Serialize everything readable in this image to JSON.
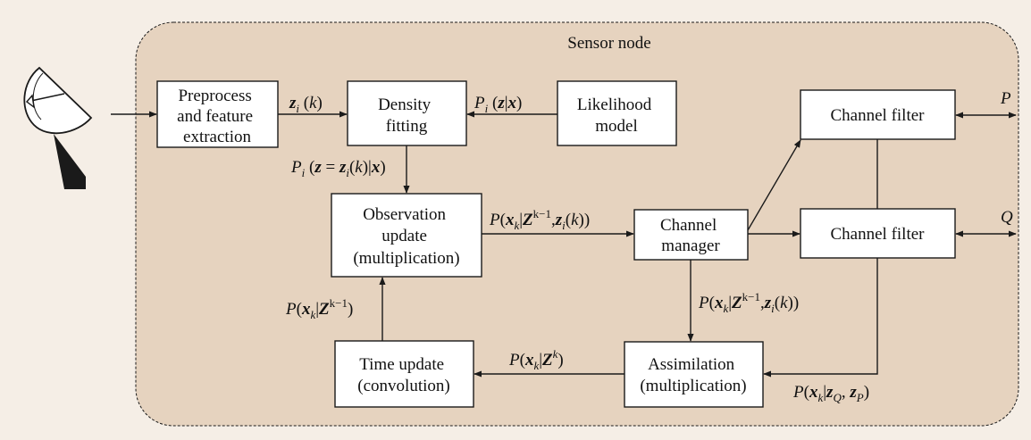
{
  "title": "Sensor node",
  "colors": {
    "page_bg": "#f5eee6",
    "node_bg": "#e6d3bf",
    "box_fill": "#ffffff",
    "stroke": "#1a1a1a"
  },
  "icons": [
    "satellite-dish-icon"
  ],
  "blocks": {
    "preprocess": [
      "Preprocess",
      "and feature",
      "extraction"
    ],
    "density": [
      "Density",
      "fitting"
    ],
    "likelihood": [
      "Likelihood",
      "model"
    ],
    "observation": [
      "Observation",
      "update",
      "(multiplication)"
    ],
    "channel_manager": [
      "Channel",
      "manager"
    ],
    "channel_filter_p": [
      "Channel filter"
    ],
    "channel_filter_q": [
      "Channel filter"
    ],
    "time_update": [
      "Time update",
      "(convolution)"
    ],
    "assimilation": [
      "Assimilation",
      "(multiplication)"
    ]
  },
  "ports": {
    "p": "P",
    "q": "Q"
  },
  "labels": {
    "zi_k": "z_i(k)",
    "likelihood_out": "P_i(z|x)",
    "density_out": "P_i(z = z_i(k)|x)",
    "observation_out": "P(x_k|Z^{k-1}, z_i(k))",
    "manager_to_assimilation": "P(x_k|Z^{k-1}, z_i(k))",
    "time_to_observation": "P(x_k|Z^{k-1})",
    "assimilation_to_time": "P(x_k|Z^k)",
    "filter_to_assimilation": "P(x_k|z_Q, z_P)"
  }
}
